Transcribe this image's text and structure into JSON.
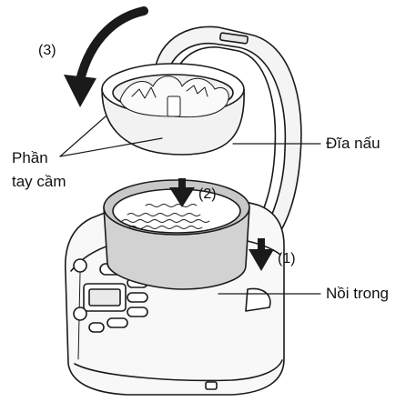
{
  "labels": {
    "step3": "(3)",
    "step2": "(2)",
    "step1": "(1)",
    "handle_line1": "Phần",
    "handle_line2": "tay cầm",
    "steaming_plate": "Đĩa nấu",
    "inner_pot": "Nồi trong"
  },
  "colors": {
    "outline": "#1a1a1a",
    "pot_fill": "#d2d2d2",
    "arrow": "#1a1a1a",
    "background": "#ffffff"
  },
  "icons": [
    "curved-arrow-icon",
    "down-arrow-icon"
  ]
}
